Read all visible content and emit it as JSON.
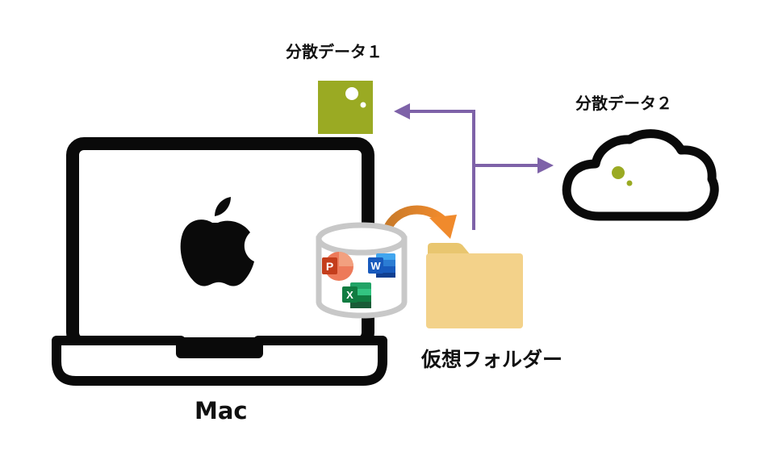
{
  "labels": {
    "data1": "分散データ１",
    "data2": "分散データ２",
    "virtual_folder": "仮想フォルダー",
    "mac": "Mac"
  },
  "app_letters": {
    "powerpoint": "P",
    "word": "W",
    "excel": "X"
  },
  "colors": {
    "data_green": "#9aaa23",
    "arrow_purple": "#7e62a8",
    "arrow_orange": "#e67e22",
    "folder_tan": "#f3d28a",
    "folder_tab": "#e9c66f",
    "laptop_black": "#0a0a0a",
    "cylinder_gray": "#c8c8c8",
    "powerpoint": "#d04a2b",
    "word": "#2b5bb8",
    "excel": "#1e7a45"
  },
  "icons": [
    "apple-logo-icon",
    "cloud-icon",
    "folder-icon",
    "database-cylinder-icon",
    "powerpoint-icon",
    "word-icon",
    "excel-icon",
    "green-square-icon"
  ]
}
